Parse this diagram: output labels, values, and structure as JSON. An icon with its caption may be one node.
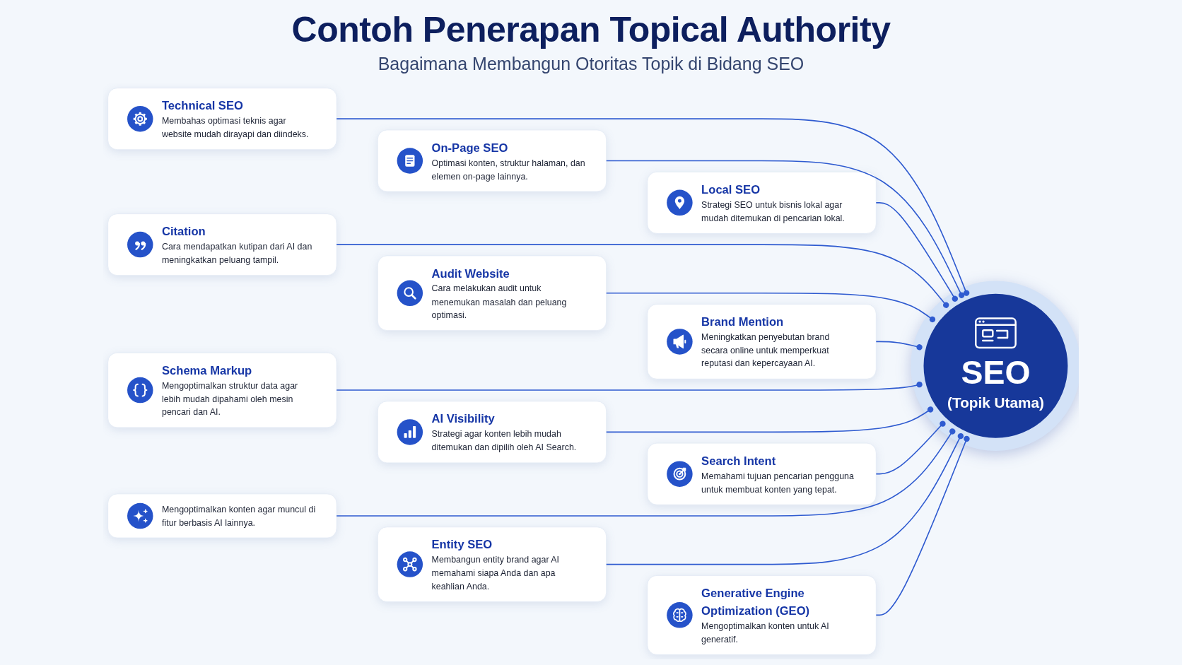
{
  "diagram": {
    "title": "Contoh Penerapan Topical Authority",
    "labels": [
      "Bagaimana Membangun Otoritas Topik di Bidang SEO"
    ],
    "nodes": [
      {
        "text": [
          "Technical SEO",
          "Membahas optimasi teknis agar website mudah dirayapi dan diindeks."
        ]
      },
      {
        "text": [
          "On-Page SEO",
          "Optimasi konten, struktur halaman, dan elemen on-page lainnya."
        ]
      },
      {
        "text": [
          "Local SEO",
          "Strategi SEO untuk bisnis lokal agar mudah ditemukan di pencarian lokal."
        ]
      },
      {
        "text": [
          "Citation",
          "Cara mendapatkan kutipan dari AI dan meningkatkan peluang tampil."
        ]
      },
      {
        "text": [
          "Audit Website",
          "Cara melakukan audit untuk menemukan masalah dan peluang optimasi."
        ]
      },
      {
        "text": [
          "Brand Mention",
          "Meningkatkan penyebutan brand secara online untuk memperkuat reputasi dan kepercayaan AI."
        ]
      },
      {
        "text": [
          "SEO",
          "(Topik Utama)"
        ]
      },
      {
        "text": [
          "Schema Markup",
          "Mengoptimalkan struktur data agar lebih mudah dipahami oleh mesin pencari dan AI."
        ]
      },
      {
        "text": [
          "AI Visibility",
          "Strategi agar konten lebih mudah ditemukan dan dipilih oleh AI Search."
        ]
      },
      {
        "text": [
          "Search Intent",
          "Memahami tujuan pencarian pengguna untuk membuat konten yang tepat."
        ]
      },
      {
        "text": [
          "Mengoptimalkan konten agar muncul di fitur berbasis AI lainnya."
        ]
      },
      {
        "text": [
          "Entity SEO",
          "Membangun entity brand agar AI memahami siapa Anda dan apa keahlian Anda."
        ]
      },
      {
        "text": [
          "Generative Engine Optimization (GEO)",
          "Mengoptimalkan konten untuk AI generatif."
        ]
      }
    ],
    "edges": [
      {
        "from": 0,
        "to": 6,
        "arrow": "other"
      },
      {
        "from": 1,
        "to": 6,
        "arrow": "other"
      },
      {
        "from": 2,
        "to": 6,
        "arrow": "other"
      },
      {
        "from": 3,
        "to": 6,
        "arrow": "other"
      },
      {
        "from": 4,
        "to": 6,
        "arrow": "other"
      },
      {
        "from": 5,
        "to": 6,
        "arrow": "other"
      },
      {
        "from": 7,
        "to": 6,
        "arrow": "other"
      },
      {
        "from": 8,
        "to": 6,
        "arrow": "other"
      },
      {
        "from": 9,
        "to": 6,
        "arrow": "other"
      },
      {
        "from": 10,
        "to": 6,
        "arrow": "other"
      },
      {
        "from": 11,
        "to": 6,
        "arrow": "other"
      },
      {
        "from": 12,
        "to": 6,
        "arrow": "other"
      }
    ]
  }
}
